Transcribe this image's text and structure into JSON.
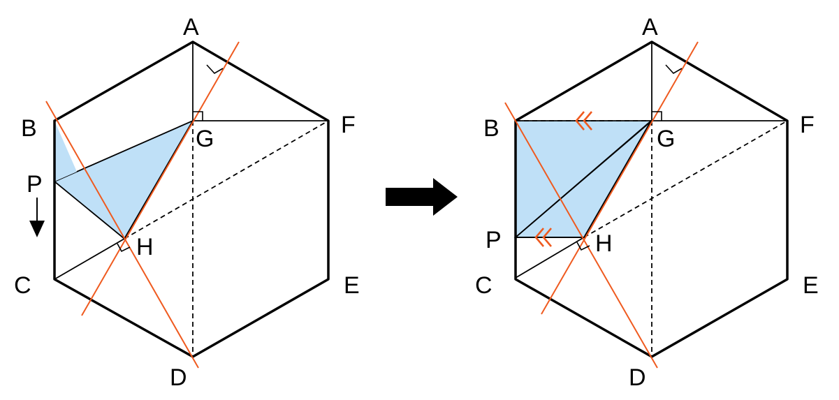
{
  "labels": {
    "A": "A",
    "B": "B",
    "C": "C",
    "D": "D",
    "E": "E",
    "F": "F",
    "G": "G",
    "H": "H",
    "P": "P"
  },
  "colors": {
    "edge": "#000000",
    "auxiliary_line": "#ef5a1f",
    "triangle_fill": "#bfe0f7",
    "parallel_mark": "#ef5a1f"
  },
  "icons": {
    "transition": "right-arrow-icon",
    "motion": "down-arrow-icon"
  }
}
